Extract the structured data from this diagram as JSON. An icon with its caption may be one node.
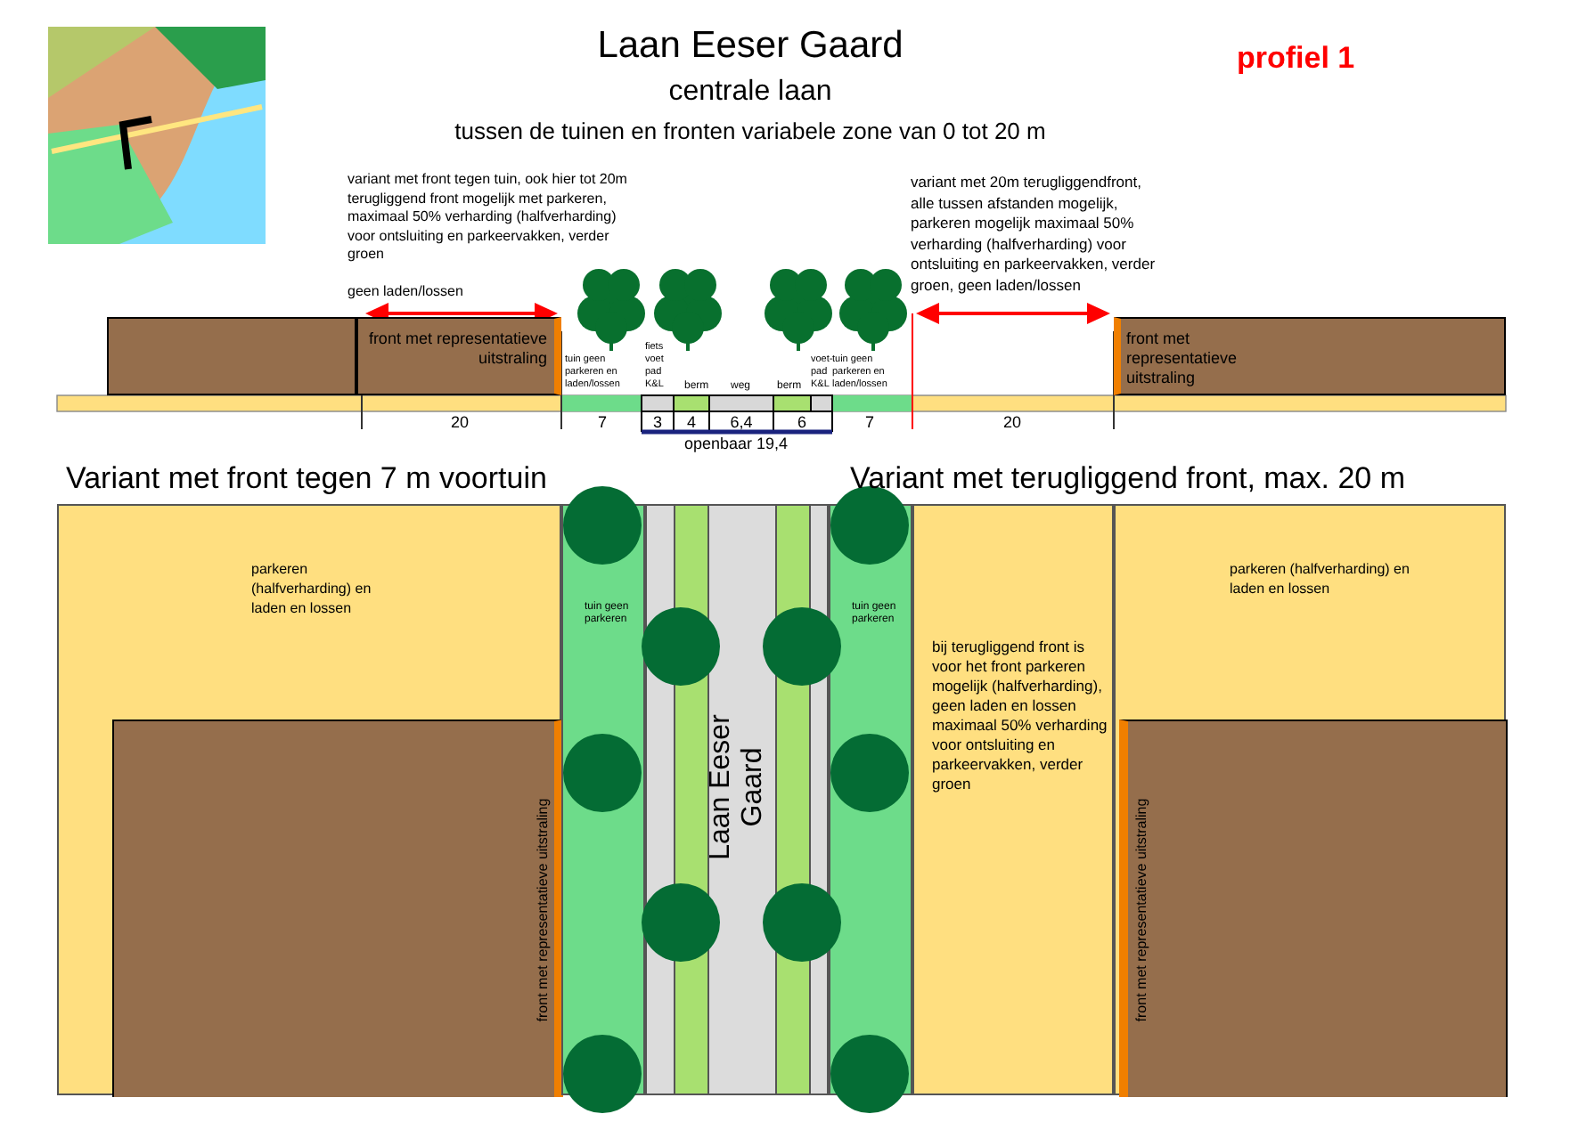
{
  "diagram": {
    "title": "Laan Eeser Gaard",
    "nodes": [
      {
        "text": [],
        "shape": "box"
      },
      {
        "text": [
          "front met representatieve uitstraling"
        ]
      },
      {
        "text": [
          "front met representatieve uitstraling"
        ]
      },
      {
        "text": [
          "parkeren (halfverharding) en laden en lossen"
        ]
      },
      {
        "text": [
          "front met representatieve uitstraling"
        ],
        "in": 3
      },
      {
        "text": [
          "tuin geen parkeren"
        ]
      },
      {
        "text": [
          "Laan Eeser Gaard"
        ]
      },
      {
        "text": [
          "tuin geen parkeren"
        ]
      },
      {
        "text": [
          "bij terugliggend front is voor het front parkeren mogelijk (halfverharding), geen laden en lossen maximaal 50% verharding voor ontsluiting en parkeervakken, verder groen"
        ]
      },
      {
        "text": [
          "parkeren (halfverharding) en laden en lossen"
        ]
      },
      {
        "text": [
          "front met representatieve uitstraling"
        ],
        "in": 9
      }
    ],
    "labels": [
      "centrale laan",
      "tussen de tuinen en fronten variabele zone van 0 tot 20 m",
      "profiel 1",
      "variant met front tegen tuin, ook hier tot 20m terugliggend front mogelijk met parkeren, maximaal 50% verharding (halfverharding) voor ontsluiting en parkeervakken, verder groen",
      "geen laden/lossen",
      "variant met 20m terugliggendfront, alle tussen afstanden mogelijk, parkeren mogelijk maximaal 50% verharding (halfverharding) voor ontsluiting en parkeervakken, verder groen, geen laden/lossen",
      "tuin geen parkeren en laden/lossen",
      "fiets voet pad K&L",
      "berm",
      "weg",
      "berm",
      "voet-pad K&L",
      "tuin geen parkeren en laden/lossen",
      "20",
      "7",
      "3",
      "4",
      "6,4",
      "6",
      "7",
      "20",
      "openbaar 19,4",
      "Variant met front tegen 7 m  voortuin",
      "Variant met terugliggend front, max. 20  m"
    ]
  }
}
